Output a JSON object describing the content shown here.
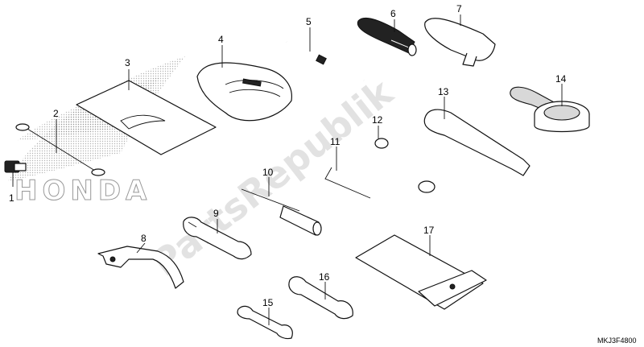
{
  "watermark": "PartsRepublik",
  "brand_logo": "HONDA",
  "diagram_code": "MKJ3F4800",
  "callouts": [
    {
      "id": "1",
      "name": "callout-1"
    },
    {
      "id": "2",
      "name": "callout-2"
    },
    {
      "id": "3",
      "name": "callout-3"
    },
    {
      "id": "4",
      "name": "callout-4"
    },
    {
      "id": "5",
      "name": "callout-5"
    },
    {
      "id": "6",
      "name": "callout-6"
    },
    {
      "id": "7",
      "name": "callout-7"
    },
    {
      "id": "8",
      "name": "callout-8"
    },
    {
      "id": "9",
      "name": "callout-9"
    },
    {
      "id": "10",
      "name": "callout-10"
    },
    {
      "id": "11",
      "name": "callout-11"
    },
    {
      "id": "12",
      "name": "callout-12"
    },
    {
      "id": "13",
      "name": "callout-13"
    },
    {
      "id": "14",
      "name": "callout-14"
    },
    {
      "id": "15",
      "name": "callout-15"
    },
    {
      "id": "16",
      "name": "callout-16"
    },
    {
      "id": "17",
      "name": "callout-17"
    }
  ]
}
